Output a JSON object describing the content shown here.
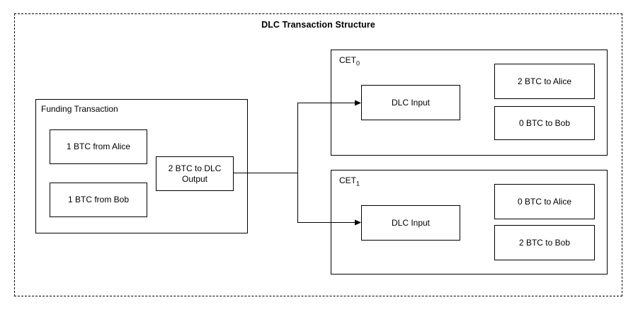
{
  "title": "DLC Transaction Structure",
  "funding": {
    "label": "Funding Transaction",
    "inputs": [
      "1 BTC from Alice",
      "1 BTC from Bob"
    ],
    "output": "2 BTC to DLC Output"
  },
  "cets": [
    {
      "name": "CET",
      "subscript": "0",
      "input": "DLC Input",
      "outputs": [
        "2 BTC to Alice",
        "0 BTC to Bob"
      ]
    },
    {
      "name": "CET",
      "subscript": "1",
      "input": "DLC Input",
      "outputs": [
        "0 BTC to Alice",
        "2 BTC to Bob"
      ]
    }
  ],
  "colors": {
    "line": "#000000",
    "background": "#ffffff",
    "box_border": "#000000"
  }
}
